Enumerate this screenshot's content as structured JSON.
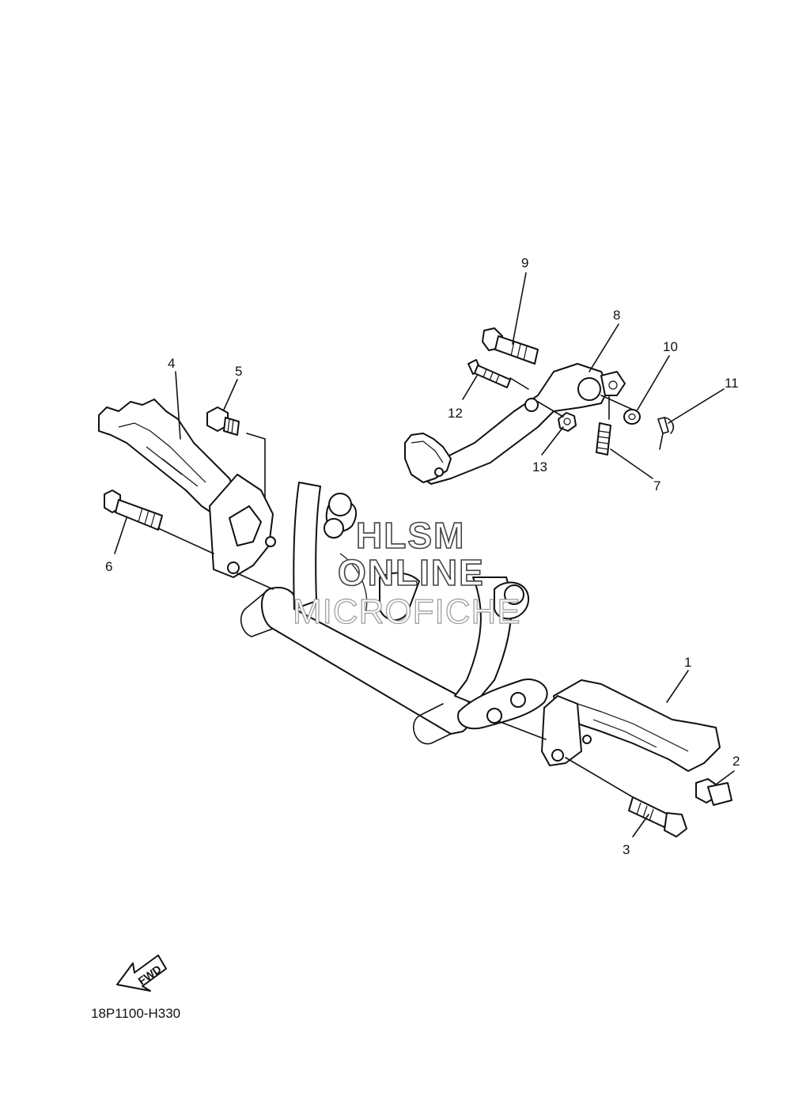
{
  "diagram": {
    "callouts": [
      {
        "id": "1",
        "label": "1"
      },
      {
        "id": "2",
        "label": "2"
      },
      {
        "id": "3",
        "label": "3"
      },
      {
        "id": "4",
        "label": "4"
      },
      {
        "id": "5",
        "label": "5"
      },
      {
        "id": "6",
        "label": "6"
      },
      {
        "id": "7",
        "label": "7"
      },
      {
        "id": "8",
        "label": "8"
      },
      {
        "id": "9",
        "label": "9"
      },
      {
        "id": "10",
        "label": "10"
      },
      {
        "id": "11",
        "label": "11"
      },
      {
        "id": "12",
        "label": "12"
      },
      {
        "id": "13",
        "label": "13"
      }
    ],
    "watermark": {
      "line1": "HLSM",
      "line2": "ONLINE",
      "line3": "MICROFICHE"
    },
    "fwd_label": "FWD",
    "diagram_code": "18P1100-H330"
  }
}
